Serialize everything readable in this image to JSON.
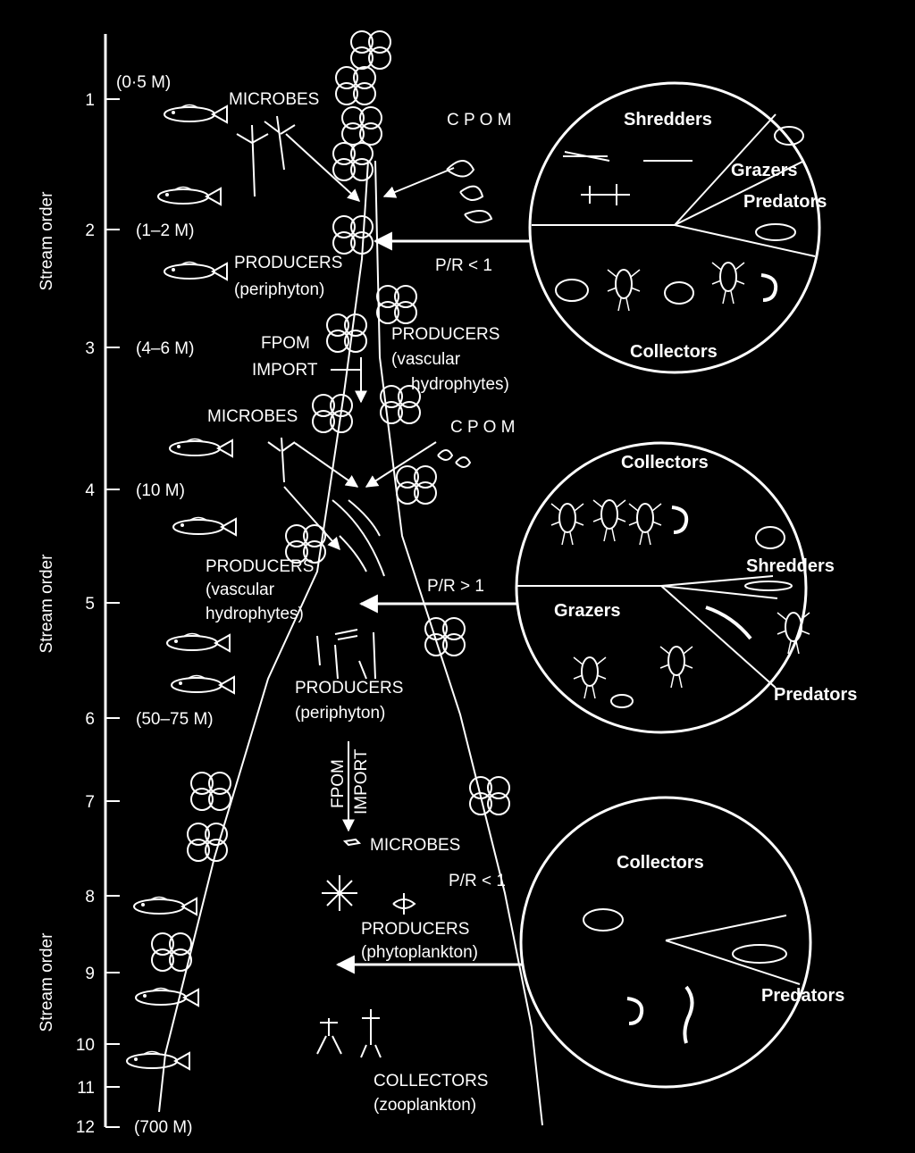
{
  "axis": {
    "label": "Stream order",
    "ticks": [
      "1",
      "2",
      "3",
      "4",
      "5",
      "6",
      "7",
      "8",
      "9",
      "10",
      "11",
      "12"
    ],
    "widths": [
      "(0·5 M)",
      "(1–2 M)",
      "(4–6 M)",
      "(10 M)",
      "(50–75 M)",
      "(700 M)"
    ]
  },
  "upper": {
    "microbes": "MICROBES",
    "cpom": "C P O M",
    "producers1": "PRODUCERS",
    "producers1_sub": "(periphyton)",
    "pr": "P/R < 1",
    "fpom1": "FPOM",
    "import1": "IMPORT",
    "producers2": "PRODUCERS",
    "producers2_sub1": "(vascular",
    "producers2_sub2": "hydrophytes)"
  },
  "middle": {
    "microbes": "MICROBES",
    "cpom": "C P O M",
    "producers1": "PRODUCERS",
    "producers1_sub1": "(vascular",
    "producers1_sub2": "hydrophytes)",
    "pr": "P/R > 1",
    "producers2": "PRODUCERS",
    "producers2_sub": "(periphyton)"
  },
  "lower": {
    "fpom": "FPOM",
    "import": "IMPORT",
    "microbes": "MICROBES",
    "pr": "P/R < 1",
    "producers": "PRODUCERS",
    "producers_sub": "(phytoplankton)",
    "collectors": "COLLECTORS",
    "collectors_sub": "(zooplankton)"
  },
  "circles": {
    "c1": {
      "shredders": "Shredders",
      "grazers": "Grazers",
      "predators": "Predators",
      "collectors": "Collectors"
    },
    "c2": {
      "collectors": "Collectors",
      "shredders": "Shredders",
      "grazers": "Grazers",
      "predators": "Predators"
    },
    "c3": {
      "collectors": "Collectors",
      "predators": "Predators"
    }
  }
}
